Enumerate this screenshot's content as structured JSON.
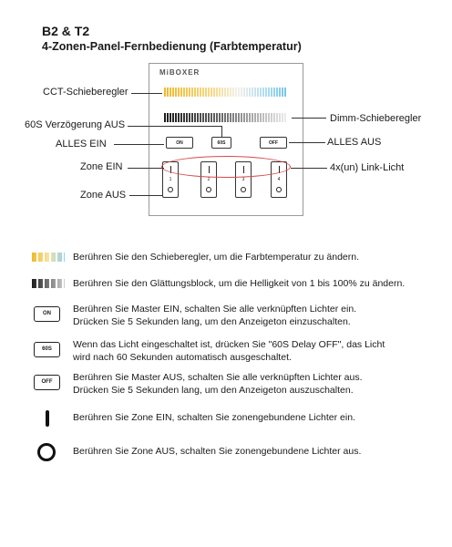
{
  "header": {
    "title": "B2 & T2",
    "subtitle": "4-Zonen-Panel-Fernbedienung (Farbtemperatur)"
  },
  "panel": {
    "logo": "MiBOXER",
    "buttons": {
      "on": "ON",
      "delay": "60S",
      "off": "OFF"
    },
    "zones": [
      "1",
      "2",
      "3",
      "4"
    ]
  },
  "callouts": {
    "cct_slider": "CCT-Schieberegler",
    "delay_off": "60S Verzögerung AUS",
    "all_on": "ALLES EIN",
    "zone_on": "Zone EIN",
    "zone_off": "Zone AUS",
    "dim_slider": "Dimm-Schieberegler",
    "all_off": "ALLES AUS",
    "link_light": "4x(un) Link-Licht"
  },
  "legend": {
    "cct": "Berühren Sie den Schieberegler, um die Farbtemperatur zu ändern.",
    "dim": "Berühren Sie den Glättungsblock, um die Helligkeit von 1 bis 100% zu ändern.",
    "on_btn_label": "ON",
    "on_line1": "Berühren Sie Master EIN, schalten Sie alle verknüpften Lichter ein.",
    "on_line2": "Drücken Sie 5 Sekunden lang, um den Anzeigeton einzuschalten.",
    "delay_btn_label": "60S",
    "delay_line1": "Wenn das Licht eingeschaltet ist, drücken Sie \"60S Delay OFF\", das Licht",
    "delay_line2": "wird nach 60 Sekunden automatisch ausgeschaltet.",
    "off_btn_label": "OFF",
    "off_line1": "Berühren Sie Master AUS, schalten Sie alle verknüpften Lichter aus.",
    "off_line2": "Drücken Sie 5 Sekunden lang, um den Anzeigeton auszuschalten.",
    "zone_on": "Berühren Sie Zone EIN, schalten Sie zonengebundene Lichter ein.",
    "zone_off": "Berühren Sie Zone AUS, schalten Sie zonengebundene Lichter aus."
  }
}
